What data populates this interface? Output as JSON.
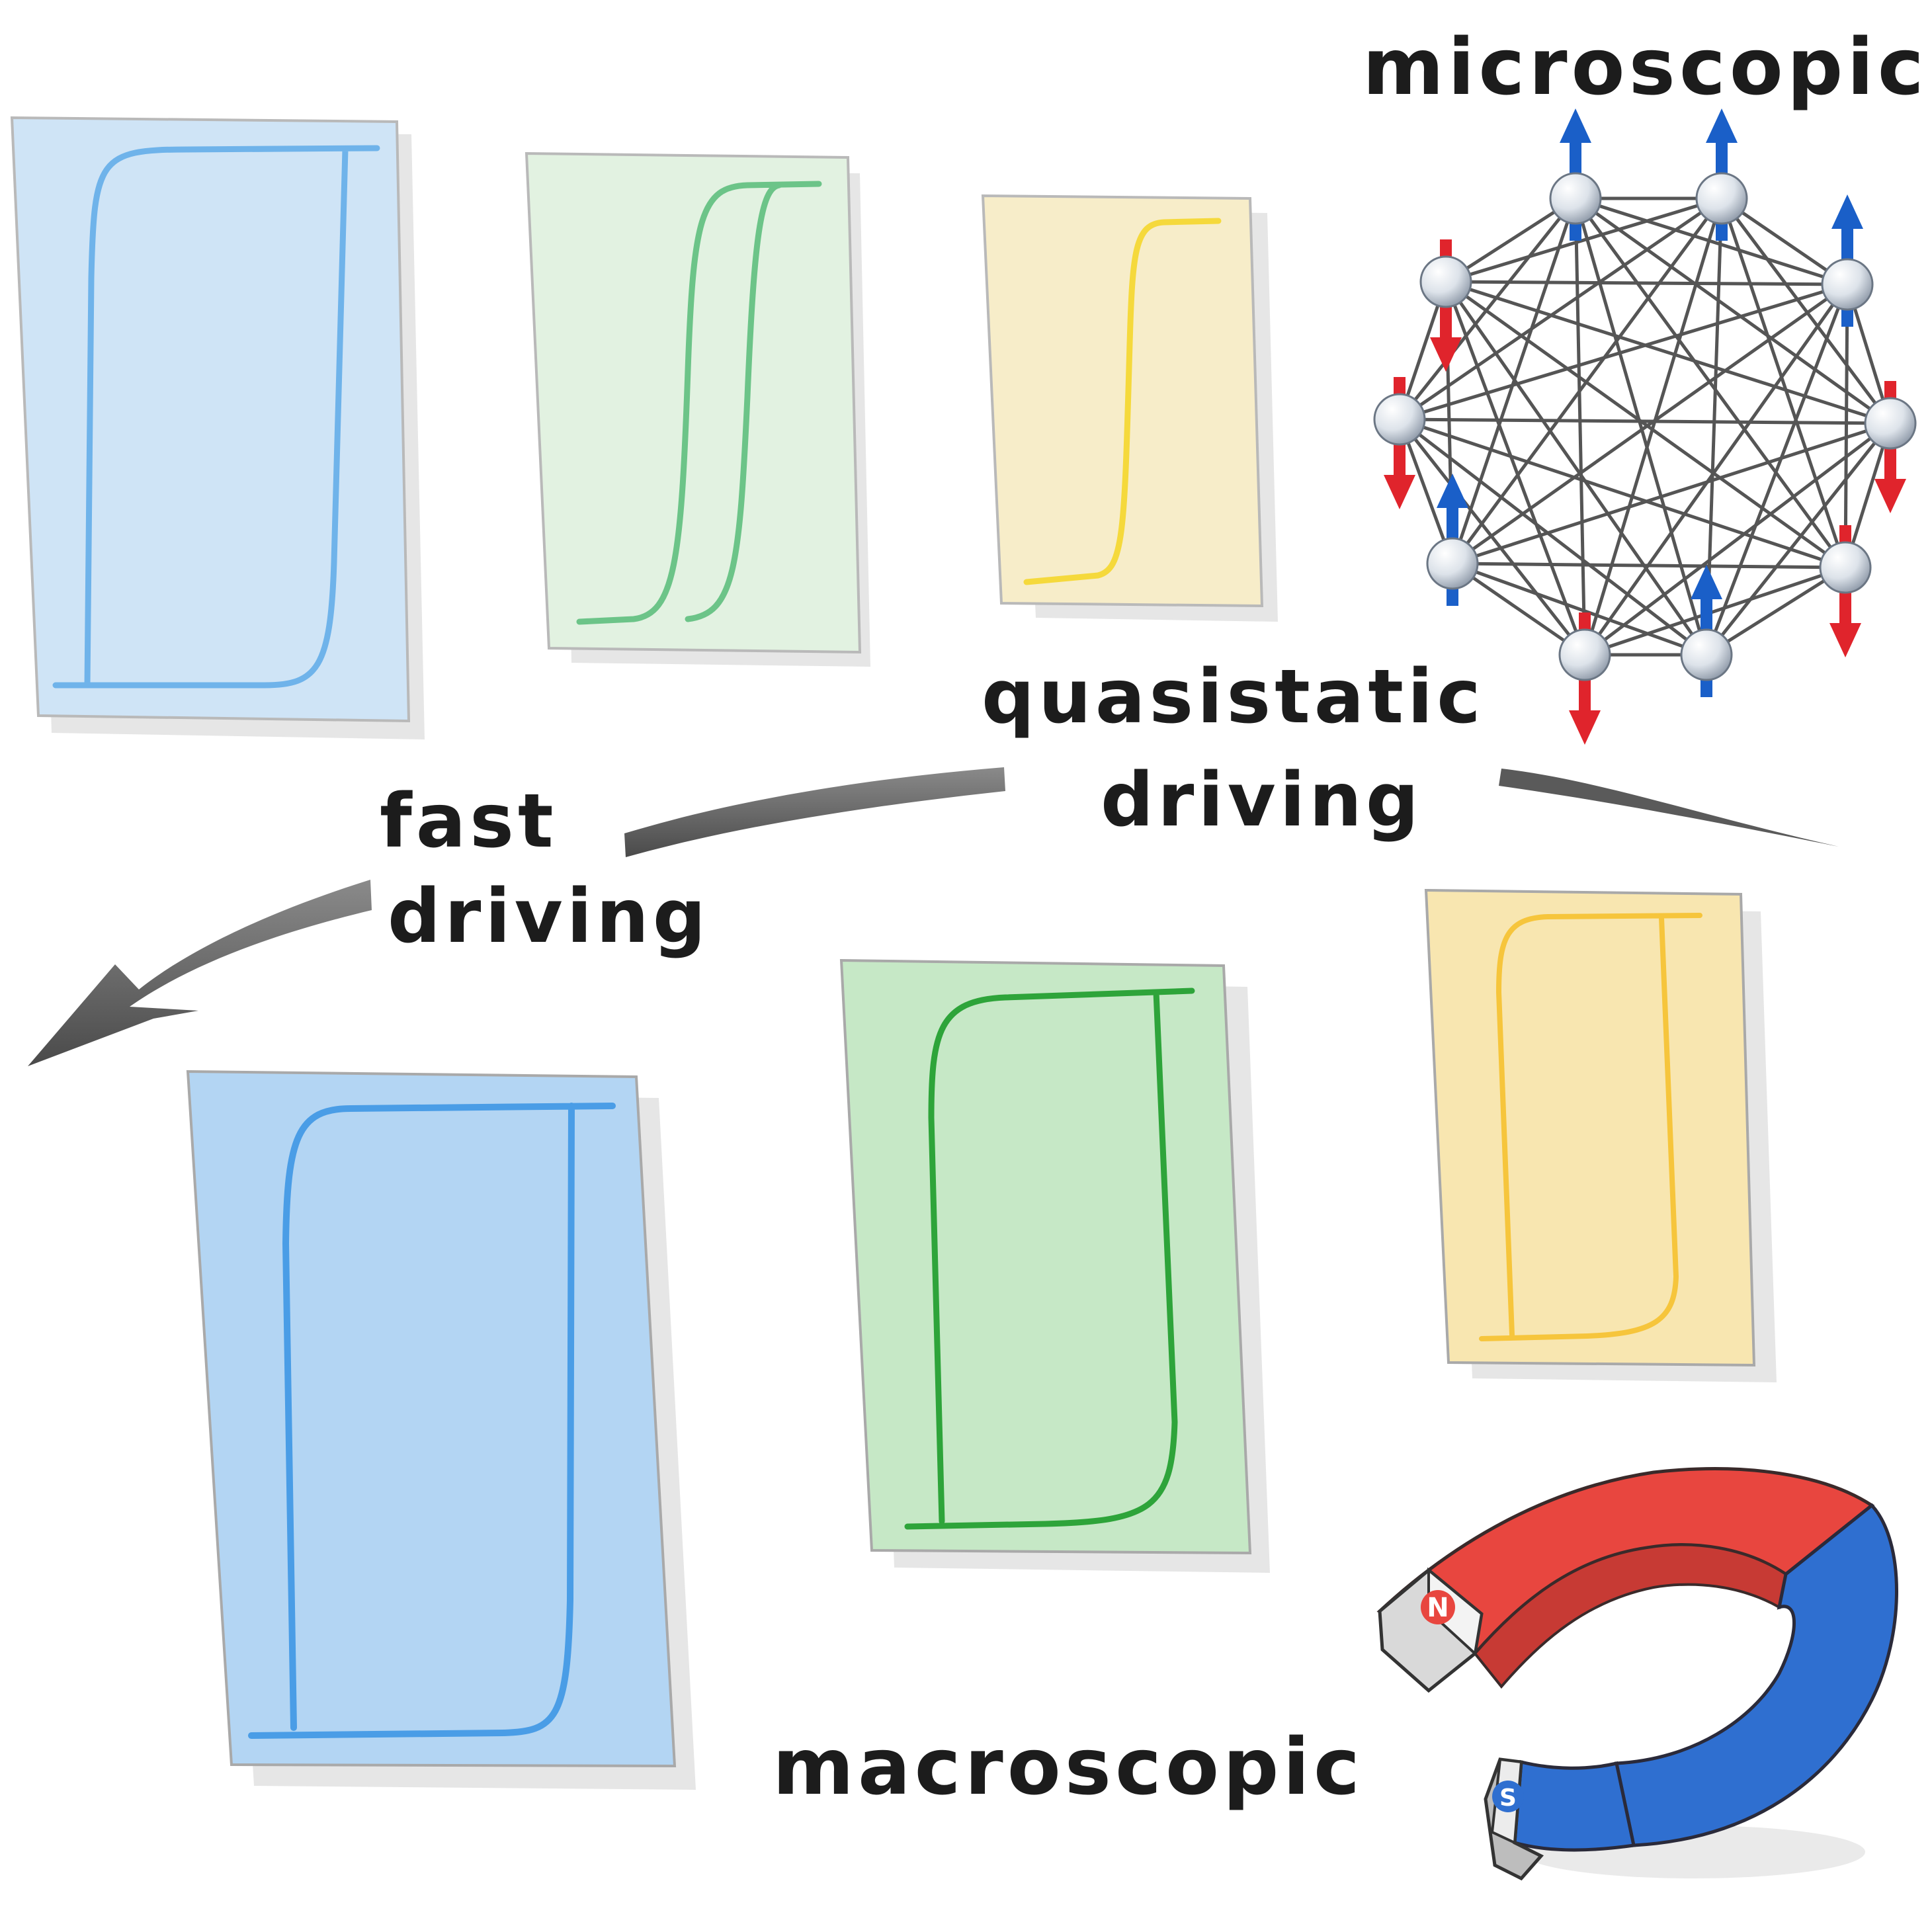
{
  "labels": {
    "microscopic": "microscopic",
    "macroscopic": "macroscopic",
    "quasistatic_line1": "quasistatic",
    "quasistatic_line2": "driving",
    "fast_line1": "fast",
    "fast_line2": "driving"
  },
  "magnet": {
    "north_letter": "N",
    "south_letter": "S"
  },
  "colors": {
    "blue_light_card": "#cfe4f6",
    "blue_light_curve": "#6fb3ea",
    "green_light_card": "#e2f2e1",
    "green_light_curve": "#6cc488",
    "yellow_light_card": "#f7edc9",
    "yellow_light_curve": "#f5d93c",
    "blue_card": "#b3d5f3",
    "blue_curve": "#4a9de6",
    "green_card": "#c6e8c6",
    "green_curve": "#2ea43a",
    "yellow_card": "#f8e6b0",
    "yellow_curve": "#f6c53c",
    "arrow": "#6a6a6a",
    "spin_up": "#1a5fc8",
    "spin_down": "#e0242c",
    "magnet_red": "#e8463f",
    "magnet_blue": "#2f6fd0"
  }
}
